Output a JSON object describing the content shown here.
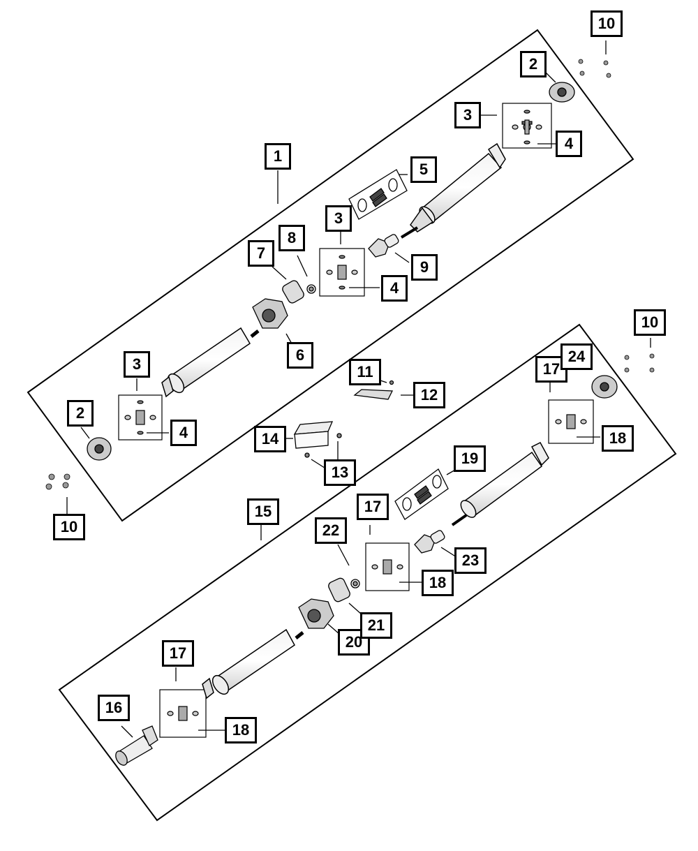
{
  "diagram": {
    "callouts": {
      "c1": "1",
      "c2_top": "2",
      "c2_left": "2",
      "c3_top": "3",
      "c3_mid": "3",
      "c3_left": "3",
      "c4_top": "4",
      "c4_mid": "4",
      "c4_left": "4",
      "c5": "5",
      "c6": "6",
      "c7": "7",
      "c8": "8",
      "c9": "9",
      "c10_top": "10",
      "c10_right": "10",
      "c10_left": "10",
      "c11": "11",
      "c12": "12",
      "c13": "13",
      "c14": "14",
      "c15": "15",
      "c16": "16",
      "c17_top": "17",
      "c17_mid": "17",
      "c17_low": "17",
      "c18_top": "18",
      "c18_mid": "18",
      "c18_low": "18",
      "c19": "19",
      "c20": "20",
      "c21": "21",
      "c22": "22",
      "c23": "23",
      "c24": "24"
    },
    "colors": {
      "line": "#000000",
      "part_fill": "#e8e8e8",
      "background": "#ffffff"
    }
  }
}
